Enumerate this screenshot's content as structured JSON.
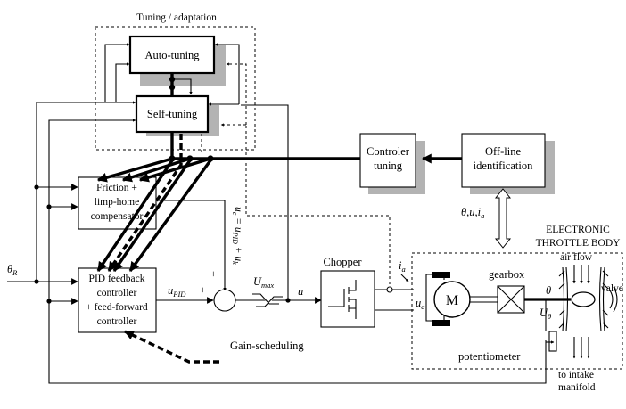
{
  "labels": {
    "tuning_group": "Tuning / adaptation",
    "auto_tuning": "Auto-tuning",
    "self_tuning": "Self-tuning",
    "controler_tuning_1": "Controler",
    "controler_tuning_2": "tuning",
    "offline_1": "Off-line",
    "offline_2": "identification",
    "friction_1": "Friction +",
    "friction_2": "limp-home",
    "friction_3": "compensator",
    "pid_1": "PID feedback",
    "pid_2": "controller",
    "pid_3": "+ feed-forward",
    "pid_4": "controller",
    "chopper": "Chopper",
    "motor": "M",
    "gearbox": "gearbox",
    "potentiometer": "potentiometer",
    "etb_1": "ELECTRONIC",
    "etb_2": "THROTTLE BODY",
    "air_flow": "air flow",
    "valve": "valve",
    "to_intake_1": "to intake",
    "to_intake_2": "manifold",
    "gain_scheduling": "Gain-scheduling",
    "theta_r": "θR",
    "u_pid": "uPID",
    "u": "u",
    "u_max": "Umax",
    "i_a": "ia",
    "u_a": "ua",
    "theta": "θ",
    "u_theta": "Uθ",
    "ident_signals": "θ,u,ia",
    "u_sum_expr": "uc = uPID + uk",
    "plus_1": "+",
    "plus_2": "+"
  }
}
